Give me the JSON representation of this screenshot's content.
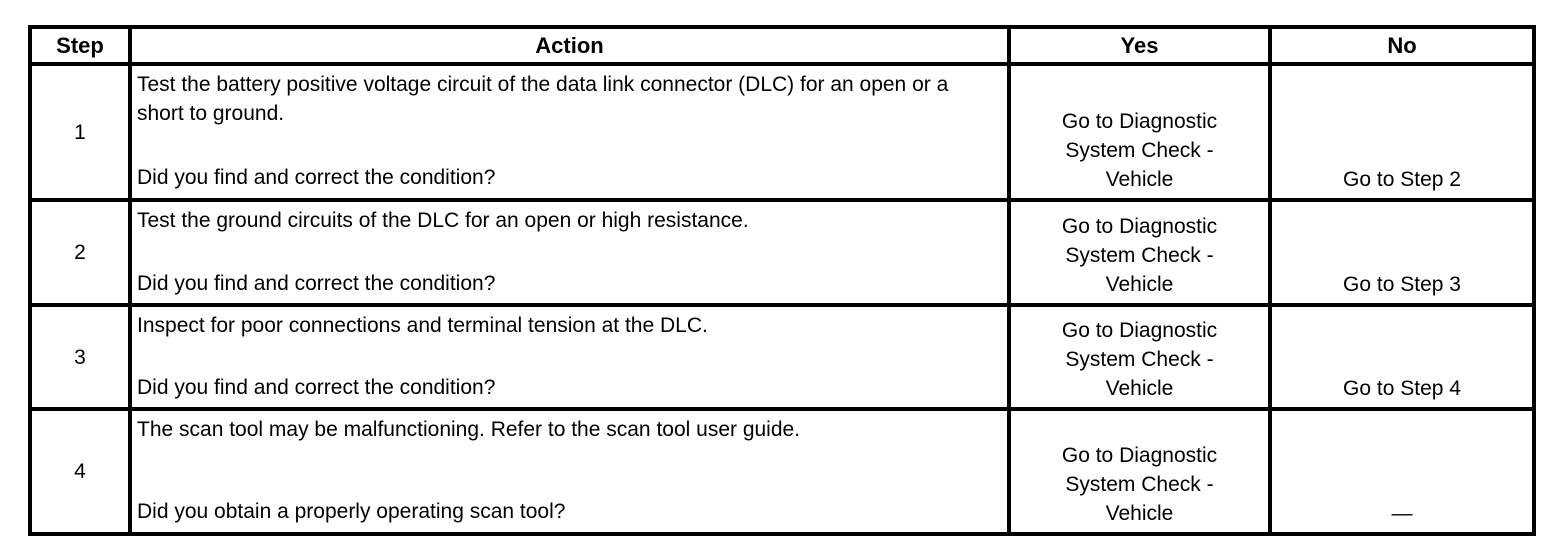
{
  "colors": {
    "border": "#000000",
    "background": "#ffffff",
    "text": "#000000"
  },
  "table": {
    "headers": {
      "step": "Step",
      "action": "Action",
      "yes": "Yes",
      "no": "No"
    },
    "rows": [
      {
        "step": "1",
        "action": "Test the battery positive voltage circuit of the data link connector (DLC) for an open or a short to ground.",
        "question": "Did you find and correct the condition?",
        "yes": "Go to Diagnostic\nSystem Check -\nVehicle",
        "no": "Go to Step 2"
      },
      {
        "step": "2",
        "action": "Test the ground circuits of the DLC for an open or high resistance.",
        "question": "Did you find and correct the condition?",
        "yes": "Go to Diagnostic\nSystem Check -\nVehicle",
        "no": "Go to Step 3"
      },
      {
        "step": "3",
        "action": "Inspect for poor connections and terminal tension at the DLC.",
        "question": "Did you find and correct the condition?",
        "yes": "Go to Diagnostic\nSystem Check -\nVehicle",
        "no": "Go to Step 4"
      },
      {
        "step": "4",
        "action": "The scan tool may be malfunctioning. Refer to the scan tool user guide.",
        "question": "Did you obtain a properly operating scan tool?",
        "yes": "Go to Diagnostic\nSystem Check -\nVehicle",
        "no": "—"
      }
    ]
  }
}
